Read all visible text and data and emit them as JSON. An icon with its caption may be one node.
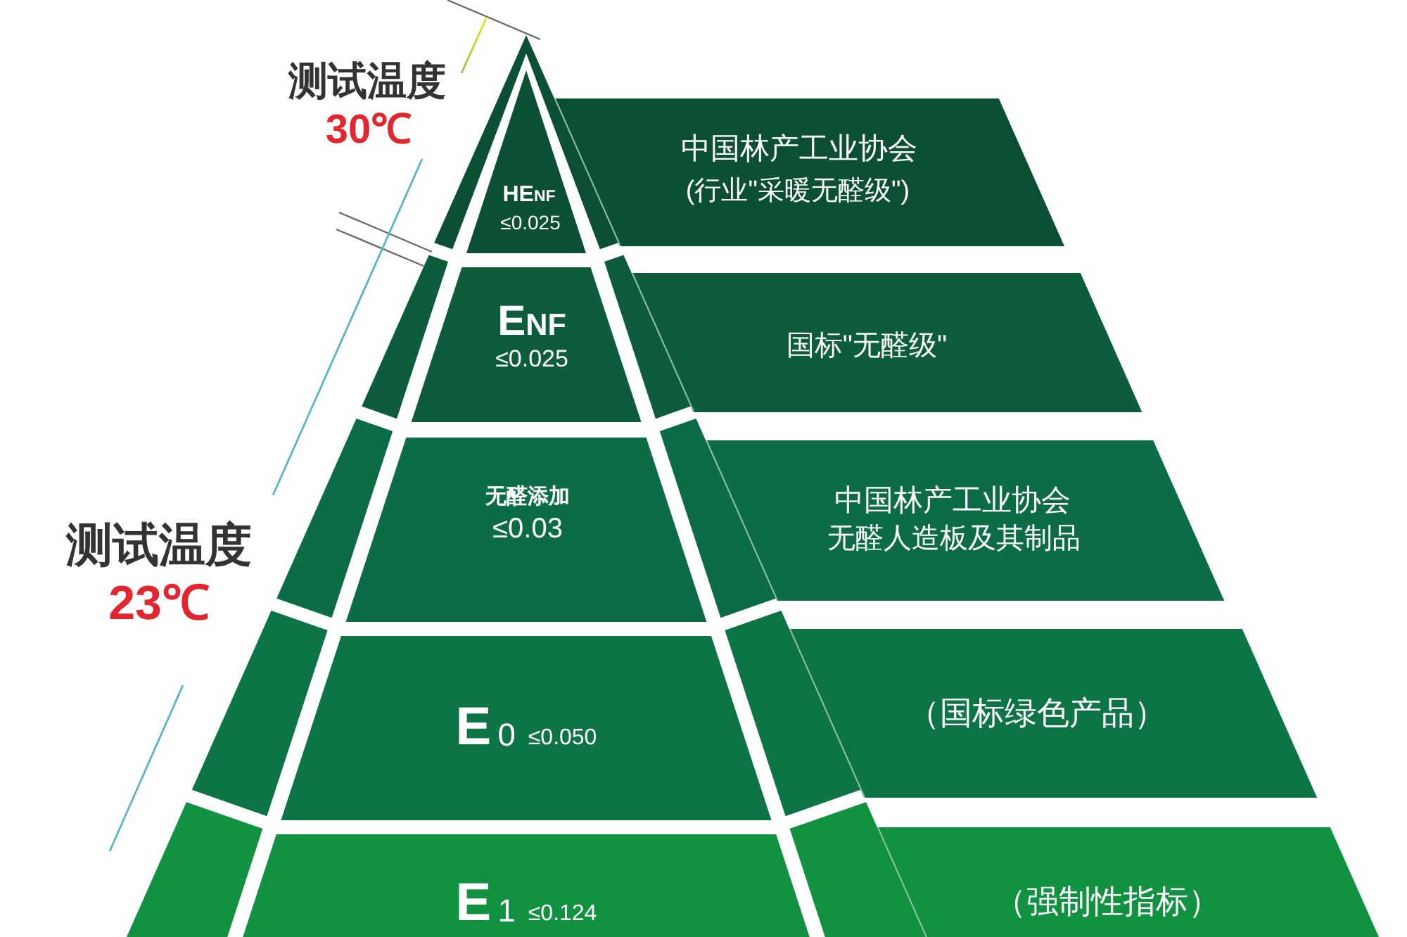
{
  "diagram": {
    "nodes": [
      {
        "text": [
          "HE$_{NF}$",
          "≤0.025"
        ]
      },
      {
        "text": [
          "中国林产工业协会",
          "(行业\"采暖无醛级\")"
        ]
      },
      {
        "text": [
          "E$_{NF}$",
          "≤0.025"
        ]
      },
      {
        "text": [
          "国标\"无醛级\""
        ]
      },
      {
        "text": [
          "无醛添加",
          "≤0.03"
        ]
      },
      {
        "text": [
          "中国林产工业协会",
          "无醛人造板及其制品"
        ]
      },
      {
        "text": [
          "E$_{0}$",
          "≤0.050"
        ]
      },
      {
        "text": [
          "（国标绿色产品）"
        ]
      },
      {
        "text": [
          "E$_{1}$",
          "≤0.124"
        ]
      },
      {
        "text": [
          "（强制性指标）"
        ]
      }
    ],
    "labels": [
      "测试温度",
      "30℃",
      "测试温度",
      "23℃"
    ]
  }
}
